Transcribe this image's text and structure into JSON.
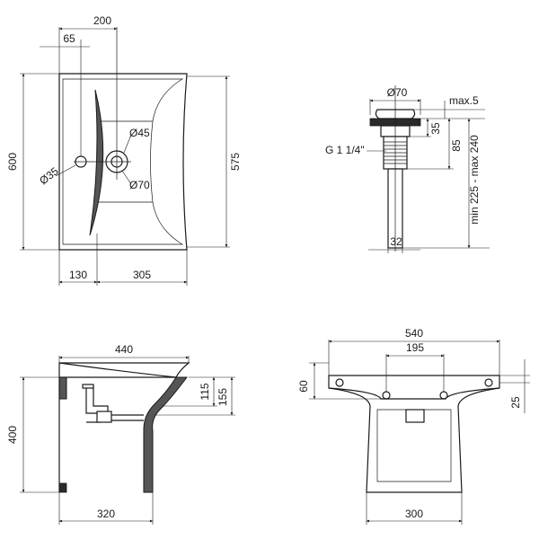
{
  "top_view": {
    "dim_200": "200",
    "dim_65": "65",
    "dim_600": "600",
    "dim_575": "575",
    "dim_45": "Ø45",
    "dim_35": "Ø35",
    "dim_70": "Ø70",
    "dim_130": "130",
    "dim_305": "305"
  },
  "drain_view": {
    "dim_70": "Ø70",
    "dim_max5": "max.5",
    "dim_35": "35",
    "dim_85": "85",
    "dim_range": "min 225 - max 240",
    "thread": "G 1 1/4\"",
    "dim_32": "32"
  },
  "side_view": {
    "dim_440": "440",
    "dim_115": "115",
    "dim_155": "155",
    "dim_400": "400",
    "dim_320": "320"
  },
  "back_view": {
    "dim_540": "540",
    "dim_195": "195",
    "dim_60": "60",
    "dim_25": "25",
    "dim_300": "300"
  },
  "colors": {
    "line": "#1a1a1a",
    "fill_dark": "#555555",
    "background": "#ffffff"
  }
}
